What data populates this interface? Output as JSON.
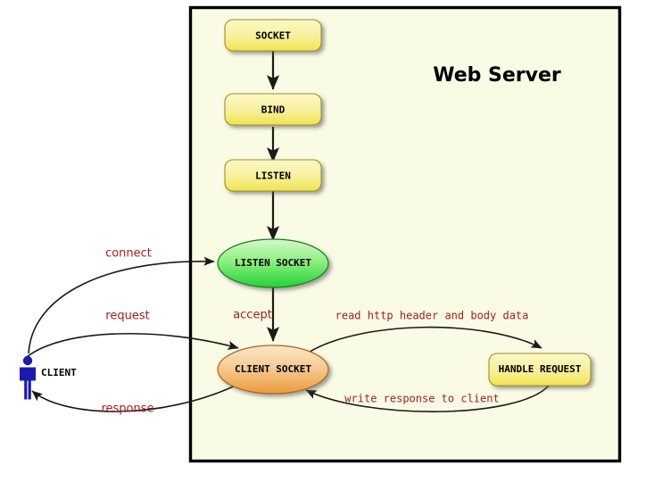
{
  "diagram": {
    "title": "Web Server",
    "actor": {
      "name": "CLIENT",
      "icon": "person-icon",
      "color": "#1a1ab0"
    },
    "frame": {
      "border_color": "#000000",
      "fill_color": "#fafbe4"
    },
    "nodes": [
      {
        "id": "socket",
        "label": "SOCKET",
        "shape": "rounded-rect",
        "fill": "#f3e96b"
      },
      {
        "id": "bind",
        "label": "BIND",
        "shape": "rounded-rect",
        "fill": "#f3e96b"
      },
      {
        "id": "listen",
        "label": "LISTEN",
        "shape": "rounded-rect",
        "fill": "#f3e96b"
      },
      {
        "id": "listen-socket",
        "label": "LISTEN SOCKET",
        "shape": "ellipse",
        "fill": "#3ddc4a"
      },
      {
        "id": "client-socket",
        "label": "CLIENT SOCKET",
        "shape": "ellipse",
        "fill": "#eda44a"
      },
      {
        "id": "handle-request",
        "label": "HANDLE REQUEST",
        "shape": "rounded-rect",
        "fill": "#f3e96b"
      }
    ],
    "edges": [
      {
        "id": "socket-bind",
        "label": "",
        "from": "socket",
        "to": "bind"
      },
      {
        "id": "bind-listen",
        "label": "",
        "from": "bind",
        "to": "listen"
      },
      {
        "id": "listen-listensocket",
        "label": "",
        "from": "listen",
        "to": "listen-socket"
      },
      {
        "id": "connect",
        "label": "connect",
        "from": "client",
        "to": "listen-socket"
      },
      {
        "id": "accept",
        "label": "accept",
        "from": "listen-socket",
        "to": "client-socket"
      },
      {
        "id": "request",
        "label": "request",
        "from": "client",
        "to": "client-socket"
      },
      {
        "id": "response",
        "label": "response",
        "from": "client-socket",
        "to": "client"
      },
      {
        "id": "read-http",
        "label": "read http header and body data",
        "from": "client-socket",
        "to": "handle-request"
      },
      {
        "id": "write-response",
        "label": "write response to client",
        "from": "handle-request",
        "to": "client-socket"
      }
    ],
    "label_color": "#a02020"
  }
}
